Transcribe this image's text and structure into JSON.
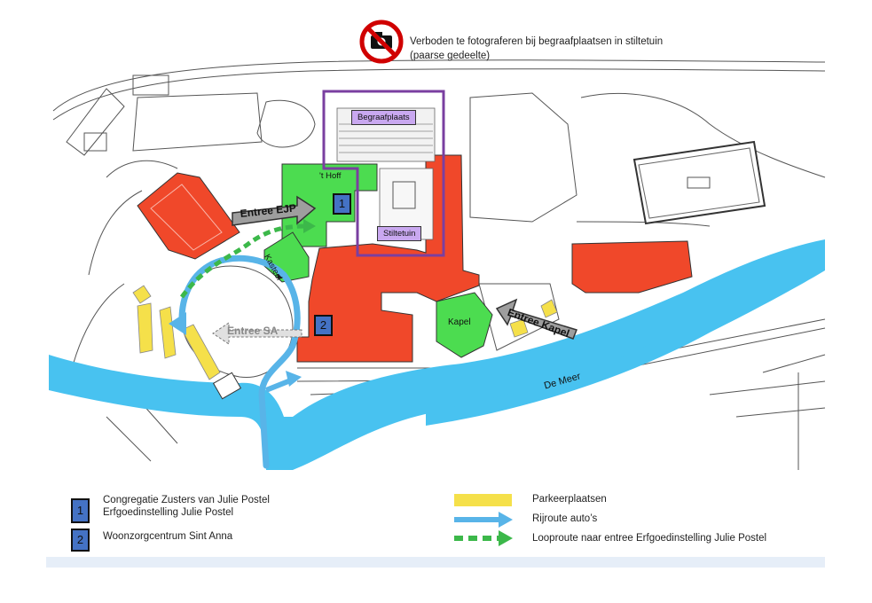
{
  "notice": {
    "line1": "Verboden te fotograferen bij begraafplaatsen in stiltetuin",
    "line2": "(paarse gedeelte)",
    "icon": "no-camera-icon"
  },
  "map_labels": {
    "begraafplaats": "Begraafplaats",
    "stiltetuin": "Stiltetuin",
    "t_hoff": "'t Hoff",
    "kasteel": "Kasteel",
    "kapel": "Kapel",
    "de_meer": "De Meer",
    "entree_ejp": "Entree EJP",
    "entree_sa": "Entree SA",
    "entree_kapel": "Entree Kapel",
    "marker1": "1",
    "marker2": "2"
  },
  "legend": {
    "item1_number": "1",
    "item1_line1": "Congregatie Zusters van Julie Postel",
    "item1_line2": "Erfgoedinstelling Julie Postel",
    "item2_number": "2",
    "item2_line1": "Woonzorgcentrum Sint Anna",
    "parking": "Parkeerplaatsen",
    "car_route": "Rijroute auto’s",
    "walk_route": "Looproute naar entree Erfgoedinstelling Julie Postel"
  },
  "colors": {
    "water": "#48c2f0",
    "building_red": "#f0482a",
    "building_green": "#4cdc50",
    "purple": "#7a3fa0",
    "label_purple": "#c9a8f0",
    "marker_blue": "#4472c4",
    "parking_yellow": "#f5e04a",
    "route_blue": "#58b4e8",
    "walk_green": "#3cb84a",
    "arrow_grey": "#999999"
  }
}
